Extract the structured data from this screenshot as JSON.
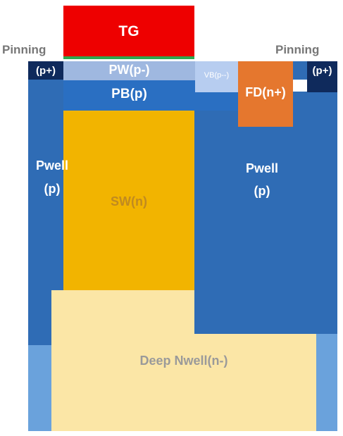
{
  "labels": {
    "tg": "TG",
    "pinning_left": "Pinning",
    "pinning_right": "Pinning",
    "pplus_left": "(p+)",
    "pplus_right": "(p+)",
    "pw": "PW(p-)",
    "pb": "PB(p)",
    "vb": "VB(p--)",
    "fd": "FD(n+)",
    "pwell_left_1": "Pwell",
    "pwell_left_2": "(p)",
    "pwell_right_1": "Pwell",
    "pwell_right_2": "(p)",
    "sw": "SW(n)",
    "deep_nwell": "Deep Nwell(n-)"
  },
  "colors": {
    "tg": "#ee0000",
    "gate_oxide": "#2fa84f",
    "pplus": "#0f2a5c",
    "pw": "#9fb8e0",
    "pb": "#2a6fc2",
    "pwell": "#2f6cb5",
    "vb": "#b7cdf0",
    "fd": "#e5772e",
    "sw": "#f2b400",
    "deep_nwell": "#fbe6a6",
    "substrate_edge": "#6aa2dc",
    "pinning_text": "#777777",
    "sw_text": "#c08a20",
    "deep_nwell_text": "#9a9a9a"
  }
}
